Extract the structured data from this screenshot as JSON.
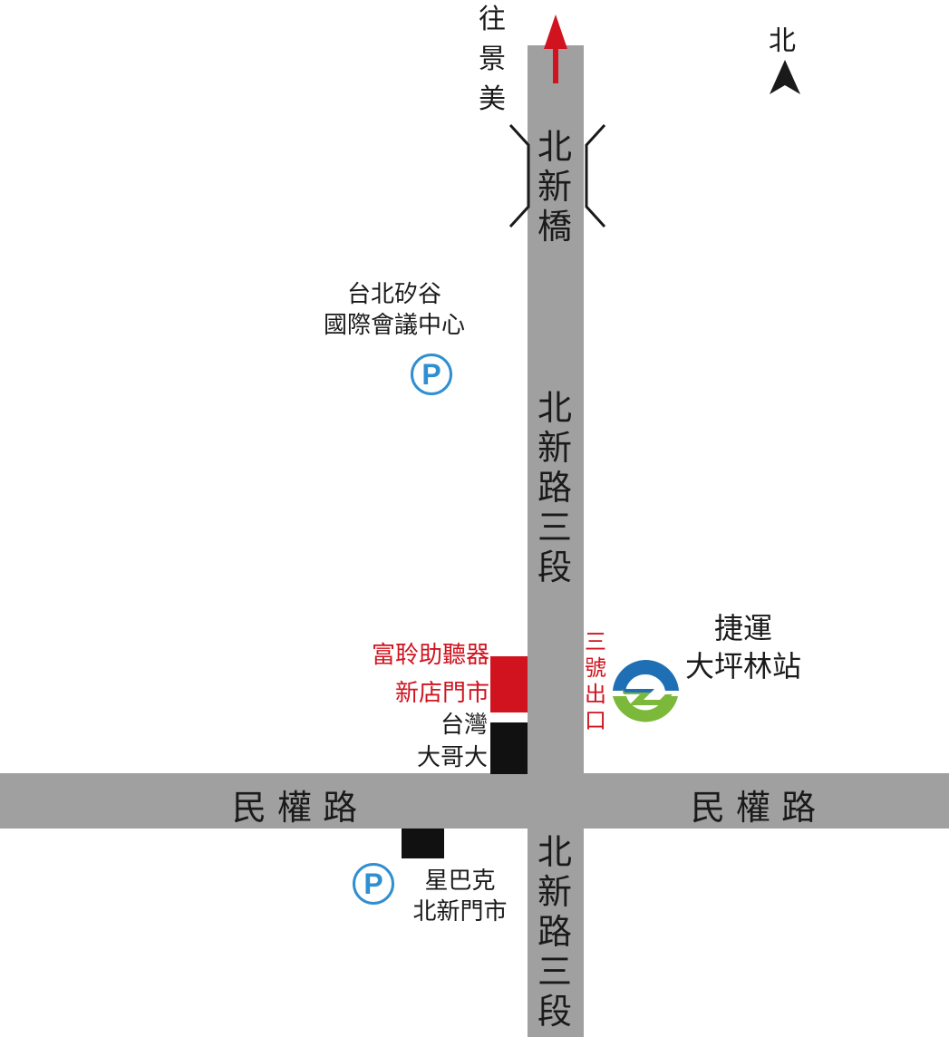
{
  "colors": {
    "road": "#a0a0a0",
    "accent_red": "#d0131e",
    "parking_blue": "#2f8fd0",
    "metro_green": "#7cb93a",
    "metro_blue": "#1f6fb5",
    "text": "#1a1a1a"
  },
  "direction": {
    "chars": [
      "往",
      "景",
      "美"
    ]
  },
  "north": {
    "label": "北",
    "icon": "north-arrow-icon"
  },
  "bridge": {
    "chars": [
      "北",
      "新",
      "橋"
    ]
  },
  "road_main": {
    "chars": [
      "北",
      "新",
      "路",
      "三",
      "段"
    ]
  },
  "road_main_south": {
    "chars": [
      "北",
      "新",
      "路",
      "三",
      "段"
    ]
  },
  "road_cross": {
    "west_label": "民 權 路",
    "east_label": "民 權 路"
  },
  "venue": {
    "line1": "台北矽谷",
    "line2": "國際會議中心"
  },
  "parking_glyph": "P",
  "store": {
    "line1": "富聆助聽器",
    "line2": "新店門市"
  },
  "shop_taiwan": {
    "line1": "台灣",
    "line2": "大哥大"
  },
  "starbucks": {
    "line1": "星巴克",
    "line2": "北新門市"
  },
  "exit": {
    "chars": [
      "三",
      "號",
      "出",
      "口"
    ]
  },
  "metro": {
    "line1": "捷運",
    "line2": "大坪林站",
    "icon": "metro-logo-icon"
  }
}
